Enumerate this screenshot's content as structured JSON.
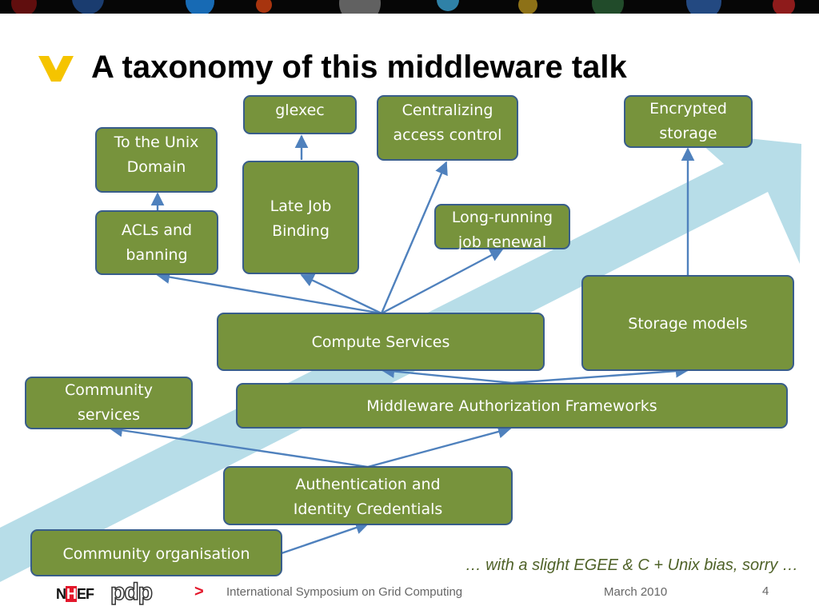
{
  "slide": {
    "title": "A taxonomy of this middleware talk",
    "note": "… with a slight EGEE & C + Unix bias, sorry …",
    "page_number": "4"
  },
  "colors": {
    "box_fill": "#77933c",
    "box_border": "#385d8a",
    "connector": "#4f81bd",
    "big_arrow": "#b7dde8",
    "title_mark": "#f5c400",
    "footer_chevron": "#e3172b"
  },
  "boxes": {
    "glexec": [
      "glexec"
    ],
    "centralizing": [
      "Centralizing",
      "access control"
    ],
    "encrypted": [
      "Encrypted",
      "storage"
    ],
    "unix": [
      "To the Unix",
      "Domain"
    ],
    "late_job": [
      "Late Job",
      "Binding"
    ],
    "long_running": [
      "Long-running",
      "job renewal"
    ],
    "acls": [
      "ACLs and",
      "banning"
    ],
    "storage_models": [
      "Storage models"
    ],
    "compute": [
      "Compute Services"
    ],
    "community_services": [
      "Community",
      "services"
    ],
    "maf": [
      "Middleware Authorization Frameworks"
    ],
    "authn": [
      "Authentication and",
      "Identity Credentials"
    ],
    "community_org": [
      "Community organisation"
    ]
  },
  "footer": {
    "conference": "International Symposium on Grid Computing",
    "date": "March 2010",
    "logo_nikhef": [
      "N",
      "H",
      "EF"
    ],
    "logo_pdp": "pdp"
  }
}
